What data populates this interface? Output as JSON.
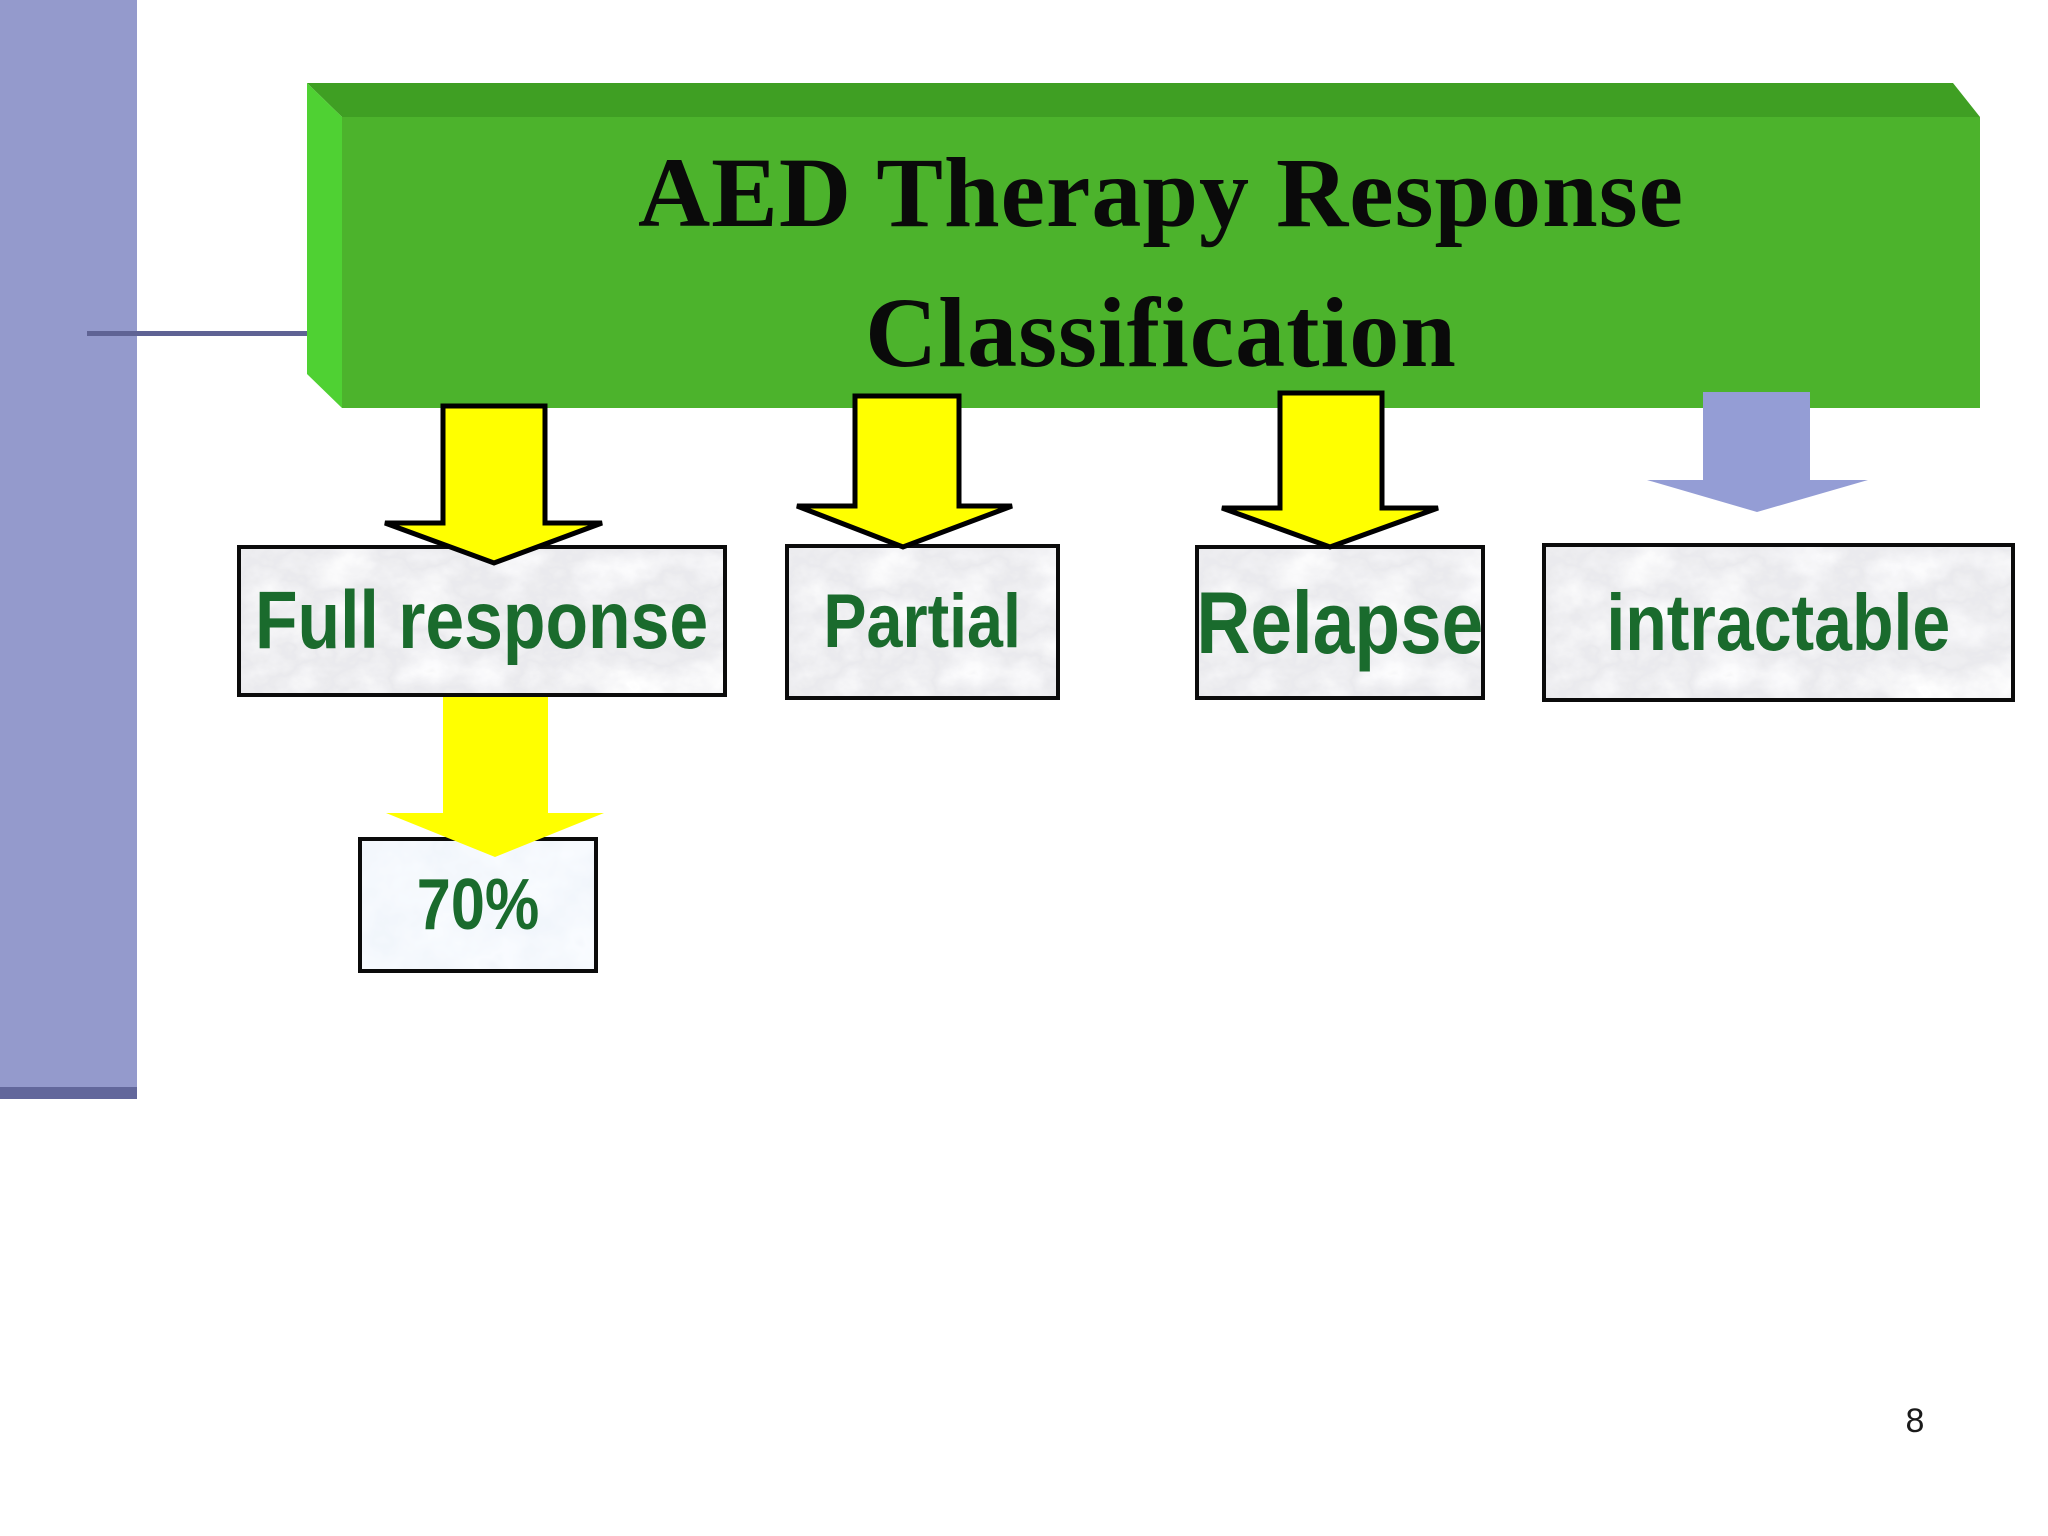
{
  "slide": {
    "title_lines": [
      "AED Therapy Response",
      "Classification"
    ],
    "page_number": "8"
  },
  "category_boxes": [
    {
      "label": "Full response"
    },
    {
      "label": "Partial"
    },
    {
      "label": "Relapse"
    },
    {
      "label": "intractable"
    }
  ],
  "result_box": {
    "label": "70%"
  },
  "colors": {
    "banner_front": "#4CB32C",
    "banner_top": "#3F9F23",
    "banner_left": "#4FD133",
    "arrow_yellow": "#FFFF00",
    "arrow_outline": "#000000",
    "arrow_blue": "#949DD5",
    "label_green": "#1A6B2D",
    "sidebar_purple": "#949ACC",
    "sidebar_strip": "#62679B",
    "connector_line": "#5F6394",
    "marble_gray_base": "#E4E4E8",
    "marble_blue_base": "#DCE6F2",
    "title_ink": "#0A0A0A",
    "page_ink": "#1A1A1A"
  }
}
